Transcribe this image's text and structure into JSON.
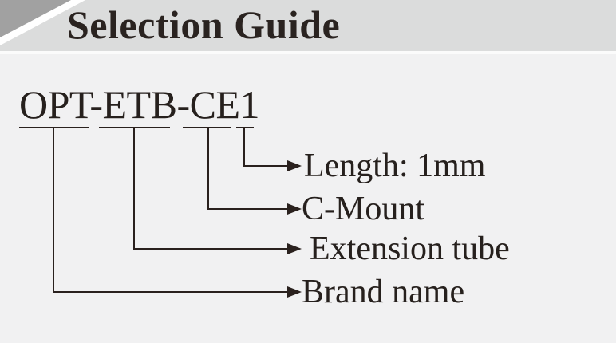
{
  "header": {
    "title": "Selection Guide"
  },
  "diagram": {
    "code": "OPT-ETB-CE1",
    "code_parts": [
      "OPT",
      "ETB",
      "CE",
      "1"
    ],
    "rows": [
      {
        "part": "1",
        "label": "Length: 1mm"
      },
      {
        "part": "CE",
        "label": "C-Mount"
      },
      {
        "part": "ETB",
        "label": "Extension tube"
      },
      {
        "part": "OPT",
        "label": "Brand name"
      }
    ]
  },
  "colors": {
    "header_background": "#dbdcdc",
    "body_background": "#f1f1f2",
    "corner_triangle_gray": "#a1a1a1",
    "corner_stripe_white": "#ffffff",
    "line_color": "#2a211e",
    "text_color": "#26201d",
    "title_color": "#2a2320"
  }
}
